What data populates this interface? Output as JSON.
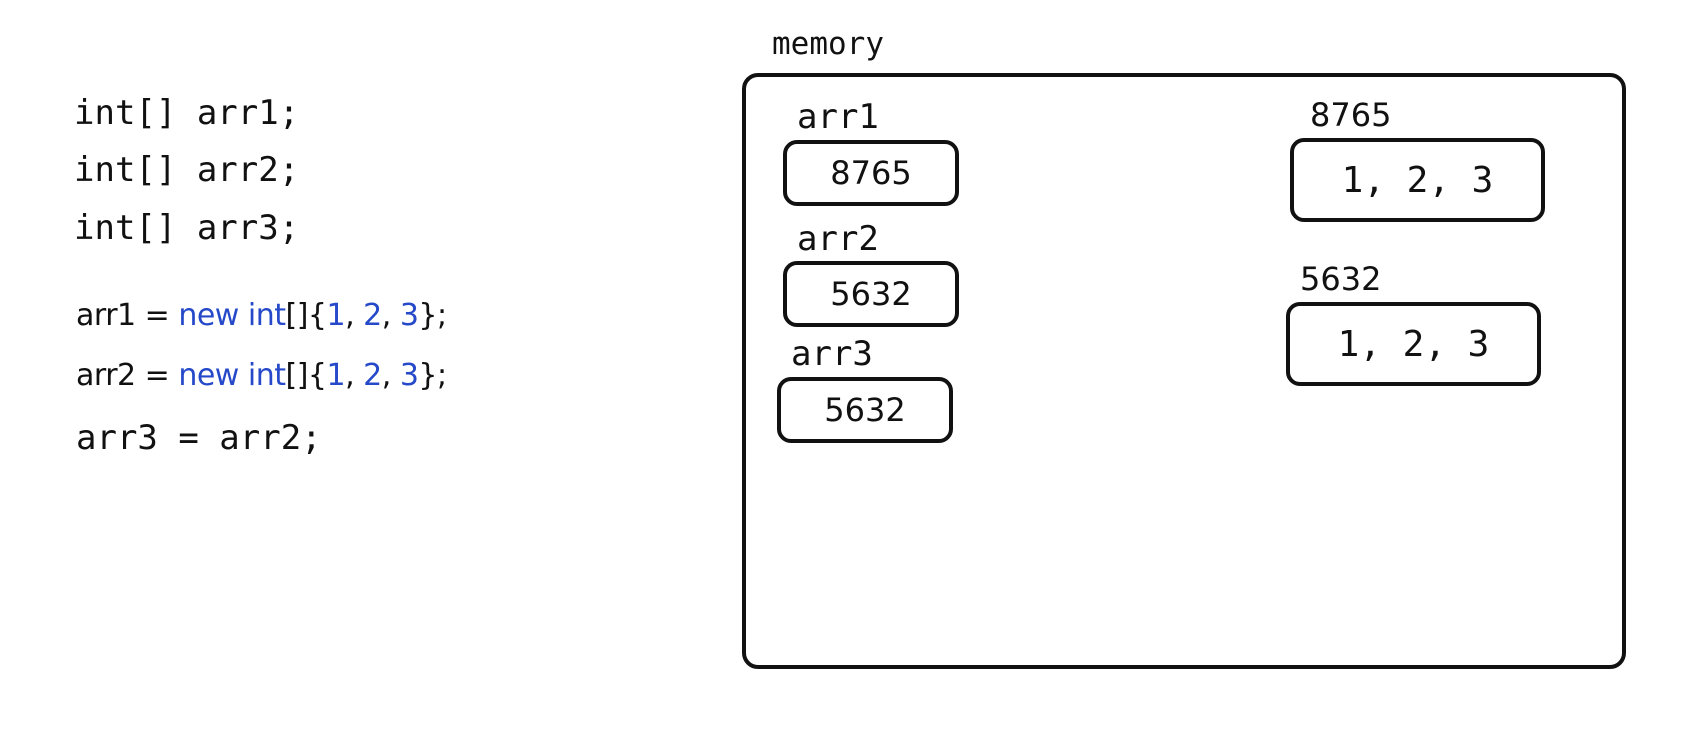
{
  "code": {
    "declarations": [
      "int[] arr1;",
      "int[] arr2;",
      "int[] arr3;"
    ],
    "assign1": {
      "lhs": "arr1 = ",
      "kw": "new int",
      "brackets": "[]{",
      "n1": "1",
      "sep1": ", ",
      "n2": "2",
      "sep2": ", ",
      "n3": "3",
      "end": "};"
    },
    "assign2": {
      "lhs": "arr2 = ",
      "kw": "new int",
      "brackets": "[]{",
      "n1": "1",
      "sep1": ", ",
      "n2": "2",
      "sep2": ", ",
      "n3": "3",
      "end": "};"
    },
    "assign3": "arr3 = arr2;"
  },
  "memory": {
    "label": "memory",
    "variables": [
      {
        "name": "arr1",
        "value": "8765"
      },
      {
        "name": "arr2",
        "value": "5632"
      },
      {
        "name": "arr3",
        "value": "5632"
      }
    ],
    "heap": [
      {
        "address": "8765",
        "contents": "1, 2, 3"
      },
      {
        "address": "5632",
        "contents": "1, 2, 3"
      }
    ]
  }
}
